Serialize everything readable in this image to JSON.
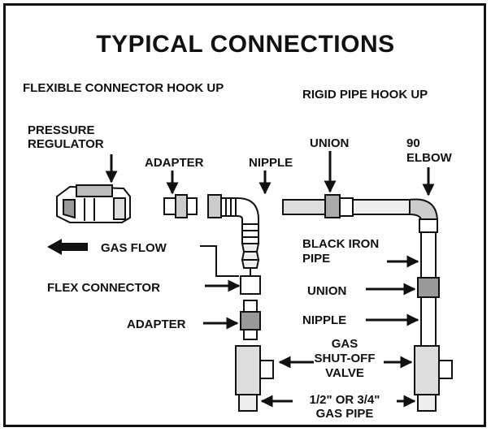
{
  "title": "TYPICAL CONNECTIONS",
  "sections": {
    "flexible": "FLEXIBLE CONNECTOR HOOK UP",
    "rigid": "RIGID PIPE HOOK UP"
  },
  "labels": {
    "pressure_regulator_1": "PRESSURE",
    "pressure_regulator_2": "REGULATOR",
    "adapter_top": "ADAPTER",
    "nipple_top": "NIPPLE",
    "union_top": "UNION",
    "elbow_1": "90",
    "elbow_2": "ELBOW",
    "gas_flow": "GAS FLOW",
    "black_iron_1": "BLACK IRON",
    "black_iron_2": "PIPE",
    "flex_connector": "FLEX CONNECTOR",
    "union_mid": "UNION",
    "adapter_low": "ADAPTER",
    "nipple_low": "NIPPLE",
    "valve_1": "GAS",
    "valve_2": "SHUT-OFF",
    "valve_3": "VALVE",
    "gas_pipe_1": "1/2\" OR 3/4\"",
    "gas_pipe_2": "GAS PIPE"
  }
}
